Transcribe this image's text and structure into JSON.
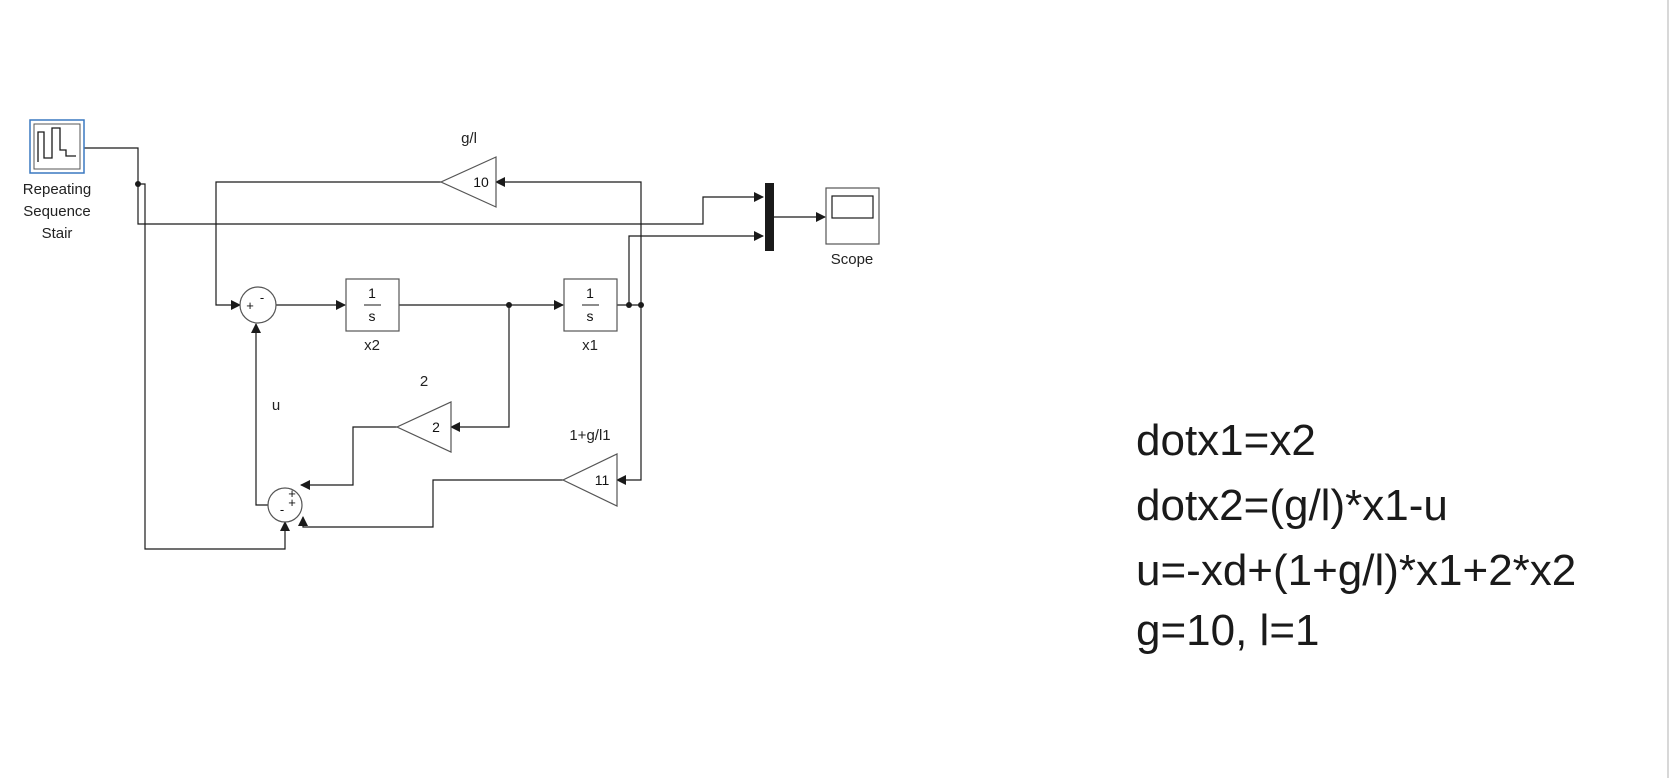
{
  "blocks": {
    "source": {
      "label_lines": [
        "Repeating",
        "Sequence",
        "Stair"
      ]
    },
    "scope": {
      "label": "Scope"
    },
    "gain_gl": {
      "value": "10",
      "label": "g/l"
    },
    "gain_2": {
      "value": "2",
      "label": "2"
    },
    "gain_11": {
      "value": "11",
      "label": "1+g/l1"
    },
    "int_x2": {
      "num": "1",
      "den": "s",
      "label": "x2"
    },
    "int_x1": {
      "num": "1",
      "den": "s",
      "label": "x1"
    },
    "sum1": {
      "signs": [
        "+",
        "-"
      ]
    },
    "sum2": {
      "signs": [
        "+",
        "+",
        "-"
      ]
    },
    "u_label": "u"
  },
  "equations": [
    "dotx1=x2",
    "dotx2=(g/l)*x1-u",
    "u=-xd+(1+g/l)*x1+2*x2",
    "g=10, l=1"
  ],
  "colors": {
    "line": "#1a1a1a",
    "source_border": "#3a78c0",
    "block_border": "#555555"
  }
}
